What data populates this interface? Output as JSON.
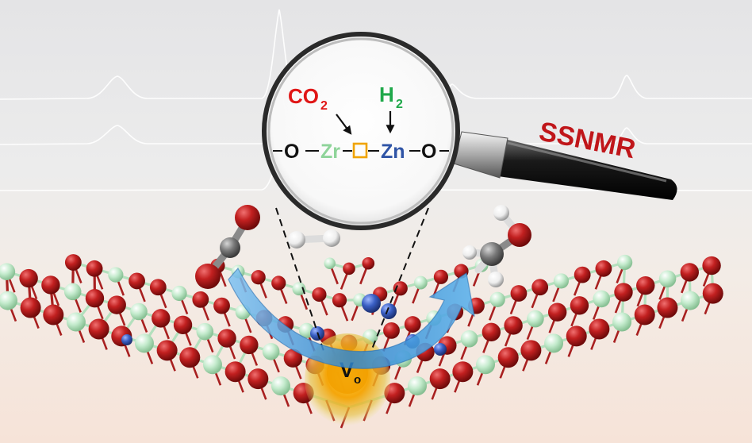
{
  "labels": {
    "co2_main": "CO",
    "co2_sub": "2",
    "h2_main": "H",
    "h2_sub": "2",
    "o_left": "O",
    "zr": "Zr",
    "vacancy": "□",
    "zn": "Zn",
    "o_right": "O",
    "ssnmr": "SSNMR",
    "vo_main": "V",
    "vo_sub": "o"
  },
  "colors": {
    "oxygen": "#b01818",
    "zirconium": "#bde6c6",
    "zinc": "#3a5fc4",
    "carbon": "#7a7a7a",
    "hydrogen": "#f2f2f2",
    "vacancy": "#f0a400",
    "ssnmr_text": "#c0161a",
    "zr_text": "#8fd49a",
    "zn_text": "#2f54a6",
    "co2_text": "#e01616",
    "h2_text": "#1fa84a",
    "arrow": "#3d93d6",
    "magnifier_handle": "#111111"
  },
  "icons": [
    "magnifier-icon",
    "reaction-arrow-icon"
  ]
}
